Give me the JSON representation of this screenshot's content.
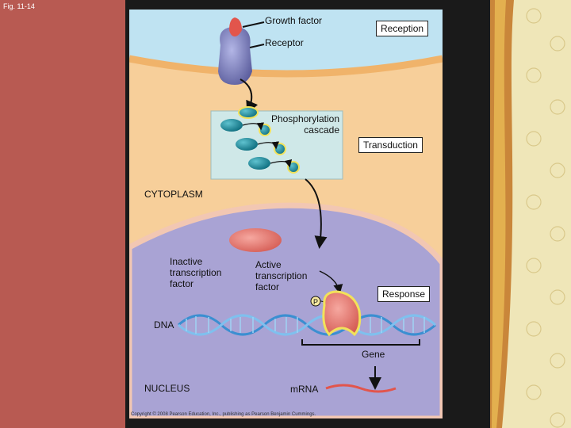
{
  "figure_label": "Fig. 11-14",
  "labels": {
    "growth_factor": "Growth factor",
    "receptor": "Receptor",
    "phosphorylation_cascade_line1": "Phosphorylation",
    "phosphorylation_cascade_line2": "cascade",
    "cytoplasm": "CYTOPLASM",
    "inactive_tf_line1": "Inactive",
    "inactive_tf_line2": "transcription",
    "inactive_tf_line3": "factor",
    "active_tf_line1": "Active",
    "active_tf_line2": "transcription",
    "active_tf_line3": "factor",
    "phosphate": "P",
    "dna": "DNA",
    "gene": "Gene",
    "nucleus": "NUCLEUS",
    "mrna": "mRNA"
  },
  "stages": {
    "reception": "Reception",
    "transduction": "Transduction",
    "response": "Response"
  },
  "copyright": "Copyright © 2008 Pearson Education, Inc., publishing as Pearson Benjamin Cummings.",
  "colors": {
    "background": "#b85a52",
    "extracellular": "#bfe3f2",
    "cytoplasm": "#f7cf9a",
    "nucleus": "#a9a3d4",
    "cascade_box": "#cfe8e8",
    "protein_teal": "#1f8fa0",
    "transcription_factor": "#e8736a",
    "dna_strand": "#3b8fd1"
  }
}
